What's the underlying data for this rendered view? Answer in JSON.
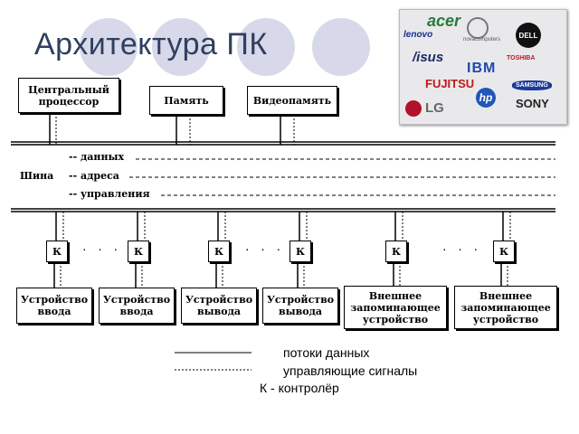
{
  "title": "Архитектура ПК",
  "top_blocks": {
    "cpu": "Центральный процессор",
    "memory": "Память",
    "video_memory": "Видеопамять"
  },
  "bus": {
    "label": "Шина",
    "lines": [
      "-- данных",
      "-- адреса",
      "-- управления"
    ]
  },
  "controller_label": "К",
  "ellipsis": "· · ·",
  "devices": [
    "Устройство ввода",
    "Устройство ввода",
    "Устройство вывода",
    "Устройство вывода",
    "Внешнее запоминающее устройство",
    "Внешнее запоминающее устройство"
  ],
  "legend": {
    "data_flows": "потоки данных",
    "control_signals": "управляющие сигналы",
    "controller": "К  - контролёр"
  },
  "logos": {
    "acer": "acer",
    "lenovo": "lenovo",
    "asus": "/isus",
    "fujitsu": "FUJITSU",
    "ibm": "IBM",
    "toshiba": "TOSHIBA",
    "hp": "hp",
    "samsung": "SAMSUNG",
    "lg": "LG",
    "sony": "SONY",
    "dell": "DELL",
    "novacomputers": "novacomputers"
  }
}
